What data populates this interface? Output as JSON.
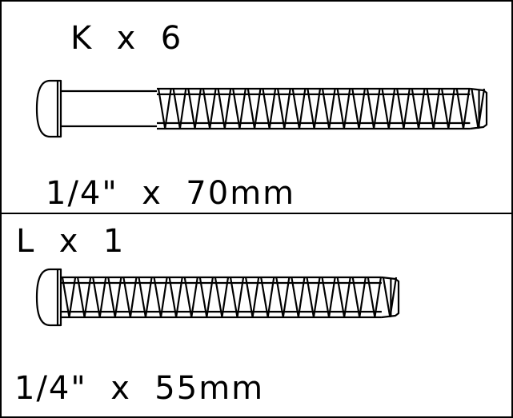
{
  "parts": [
    {
      "letter": "K",
      "quantity_text": "K  x  6",
      "size_text": "1/4\"  x  70mm",
      "thread_turns": 22
    },
    {
      "letter": "L",
      "quantity_text": "L  x  1",
      "size_text": "1/4\"  x  55mm",
      "thread_turns": 22
    }
  ],
  "colors": {
    "line": "#000000",
    "background": "#ffffff"
  }
}
